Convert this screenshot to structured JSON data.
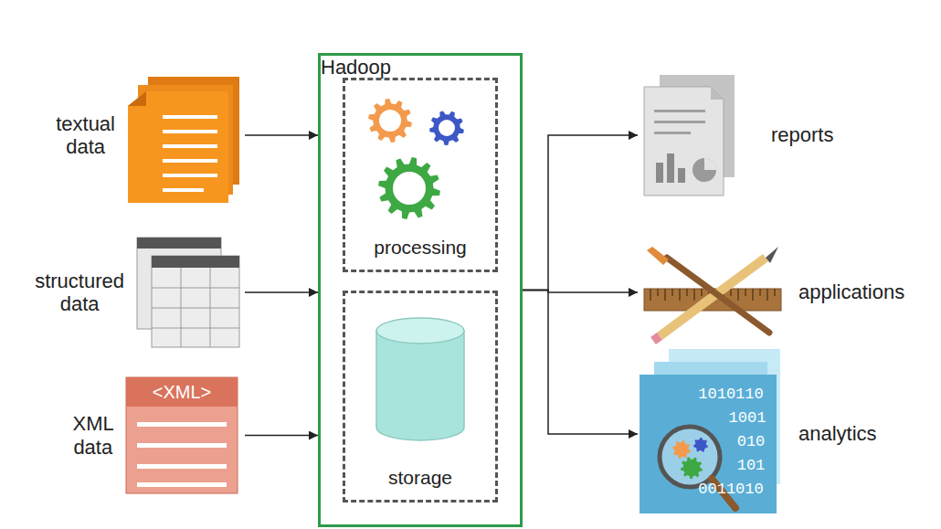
{
  "diagram": {
    "nodes": [
      {
        "text": [
          "textual data"
        ]
      },
      {
        "text": [
          "structured data"
        ]
      },
      {
        "text": [
          "XML data"
        ]
      },
      {
        "text": [
          "Hadoop"
        ]
      },
      {
        "text": [
          "processing"
        ],
        "in": 3
      },
      {
        "text": [
          "storage"
        ],
        "in": 3
      },
      {
        "text": [
          "reports"
        ]
      },
      {
        "text": [
          "applications"
        ]
      },
      {
        "text": [
          "analytics"
        ]
      }
    ],
    "edges": [
      {
        "from": 0,
        "to": 3,
        "arrow": "to"
      },
      {
        "from": 1,
        "to": 3,
        "arrow": "to"
      },
      {
        "from": 2,
        "to": 3,
        "arrow": "to"
      },
      {
        "from": 3,
        "to": 6,
        "arrow": "to"
      },
      {
        "from": 3,
        "to": 7,
        "arrow": "to"
      },
      {
        "from": 3,
        "to": 8,
        "arrow": "to"
      }
    ],
    "labels": [
      "<XML>",
      "1010110",
      "1001",
      "010",
      "101",
      "0011010"
    ]
  }
}
